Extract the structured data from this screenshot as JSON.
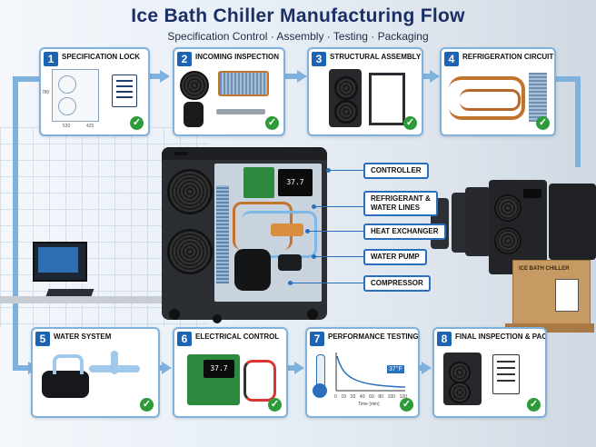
{
  "title": "Ice Bath Chiller Manufacturing Flow",
  "subtitle": "Specification Control · Assembly · Testing · Packaging",
  "steps": [
    {
      "num": "1",
      "label": "SPECIFICATION LOCK"
    },
    {
      "num": "2",
      "label": "INCOMING INSPECTION"
    },
    {
      "num": "3",
      "label": "STRUCTURAL ASSEMBLY"
    },
    {
      "num": "4",
      "label": "REFRIGERATION CIRCUIT"
    },
    {
      "num": "5",
      "label": "WATER SYSTEM"
    },
    {
      "num": "6",
      "label": "ELECTRICAL CONTROL"
    },
    {
      "num": "7",
      "label": "PERFORMANCE TESTING"
    },
    {
      "num": "8",
      "label": "FINAL INSPECTION & PACKING"
    }
  ],
  "callouts": {
    "controller": "CONTROLLER",
    "refrigerant": "REFRIGERANT &\nWATER LINES",
    "heat_exchanger": "HEAT EXCHANGER",
    "water_pump": "WATER PUMP",
    "compressor": "COMPRESSOR"
  },
  "display_value": "37.7",
  "test_readout": "37°F",
  "test_xlabel": "Time (min)",
  "test_ticks": [
    "0",
    "10",
    "20",
    "40",
    "60",
    "80",
    "100",
    "120"
  ],
  "dims": {
    "h": "780",
    "w": "520",
    "d": "425"
  },
  "crate_label": "ICE BATH CHILLER",
  "check": "✓"
}
